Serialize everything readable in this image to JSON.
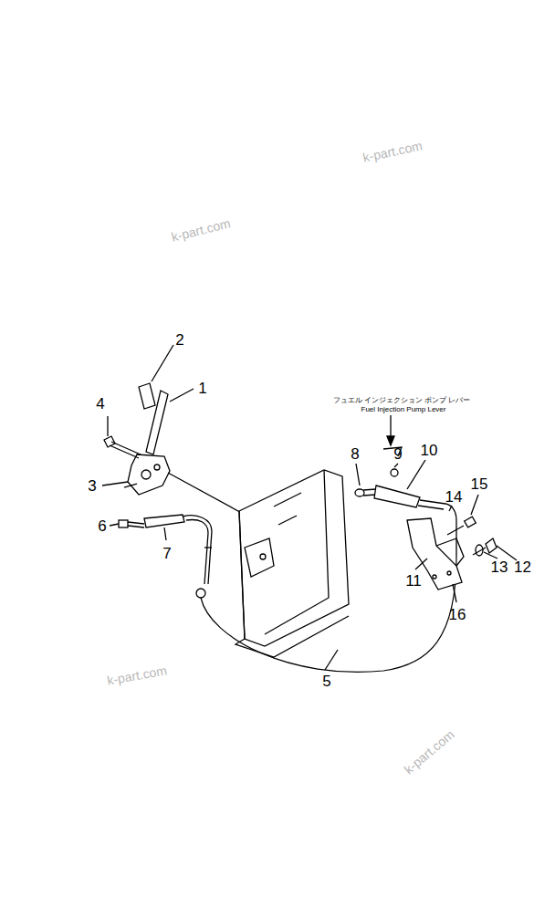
{
  "diagram": {
    "labels": [
      "k-part.com",
      "k-part.com",
      "2",
      "1",
      "4",
      "フュエル インジェクション ポンプ レバー",
      "Fuel Injection Pump Lever",
      "8",
      "9",
      "10",
      "3",
      "15",
      "14",
      "6",
      "7",
      "12",
      "13",
      "11",
      "16",
      "5",
      "k-part.com",
      "k-part.com"
    ]
  }
}
